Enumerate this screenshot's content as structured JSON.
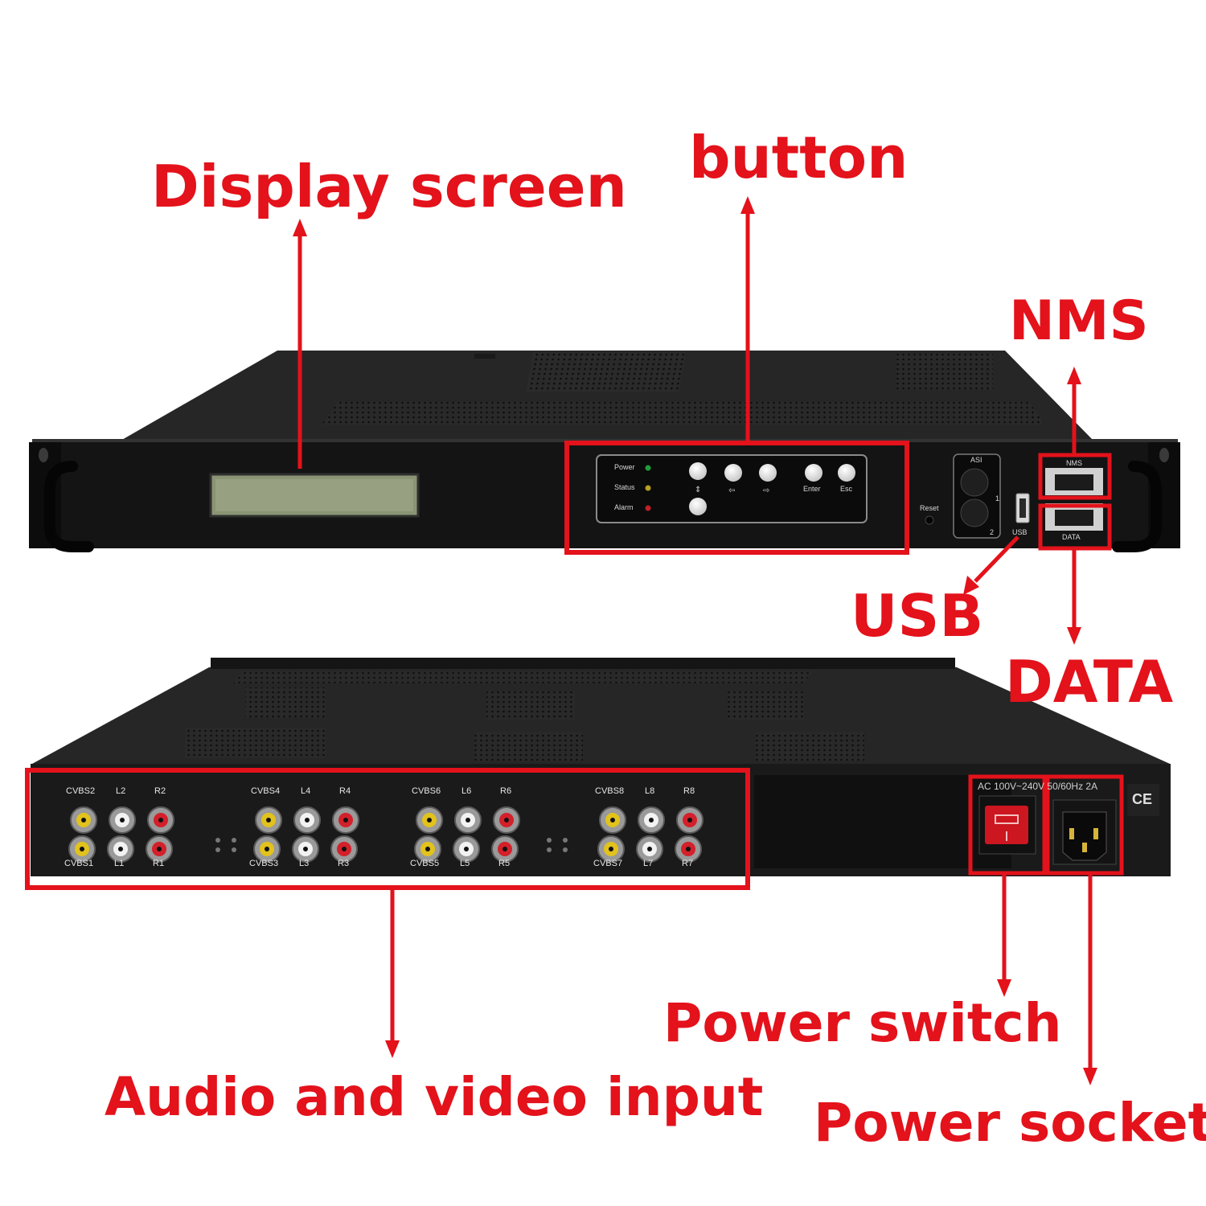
{
  "callouts": {
    "display_screen": "Display screen",
    "button": "button",
    "nms": "NMS",
    "usb": "USB",
    "data": "DATA",
    "audio_video_input": "Audio and video input",
    "power_switch": "Power switch",
    "power_socket": "Power socket"
  },
  "front_panel": {
    "leds": [
      {
        "label": "Power",
        "color": "#1e9e3a"
      },
      {
        "label": "Status",
        "color": "#b8a020"
      },
      {
        "label": "Alarm",
        "color": "#c0202a"
      }
    ],
    "buttons": {
      "enter": "Enter",
      "esc": "Esc"
    },
    "asi_label": "ASI",
    "asi_ports": [
      "1",
      "2"
    ],
    "reset_label": "Reset",
    "usb_label": "USB",
    "nms_label": "NMS",
    "data_label": "DATA"
  },
  "rear_panel": {
    "groups": [
      {
        "top": [
          "CVBS2",
          "L2",
          "R2"
        ],
        "bottom": [
          "CVBS1",
          "L1",
          "R1"
        ]
      },
      {
        "top": [
          "CVBS4",
          "L4",
          "R4"
        ],
        "bottom": [
          "CVBS3",
          "L3",
          "R3"
        ]
      },
      {
        "top": [
          "CVBS6",
          "L6",
          "R6"
        ],
        "bottom": [
          "CVBS5",
          "L5",
          "R5"
        ]
      },
      {
        "top": [
          "CVBS8",
          "L8",
          "R8"
        ],
        "bottom": [
          "CVBS7",
          "L7",
          "R7"
        ]
      }
    ],
    "power_rating": "AC 100V~240V 50/60Hz 2A",
    "ce_mark": "CE"
  },
  "colors": {
    "accent": "#e3121b",
    "chassis": "#1c1c1c",
    "panel": "#0e0e0e"
  }
}
